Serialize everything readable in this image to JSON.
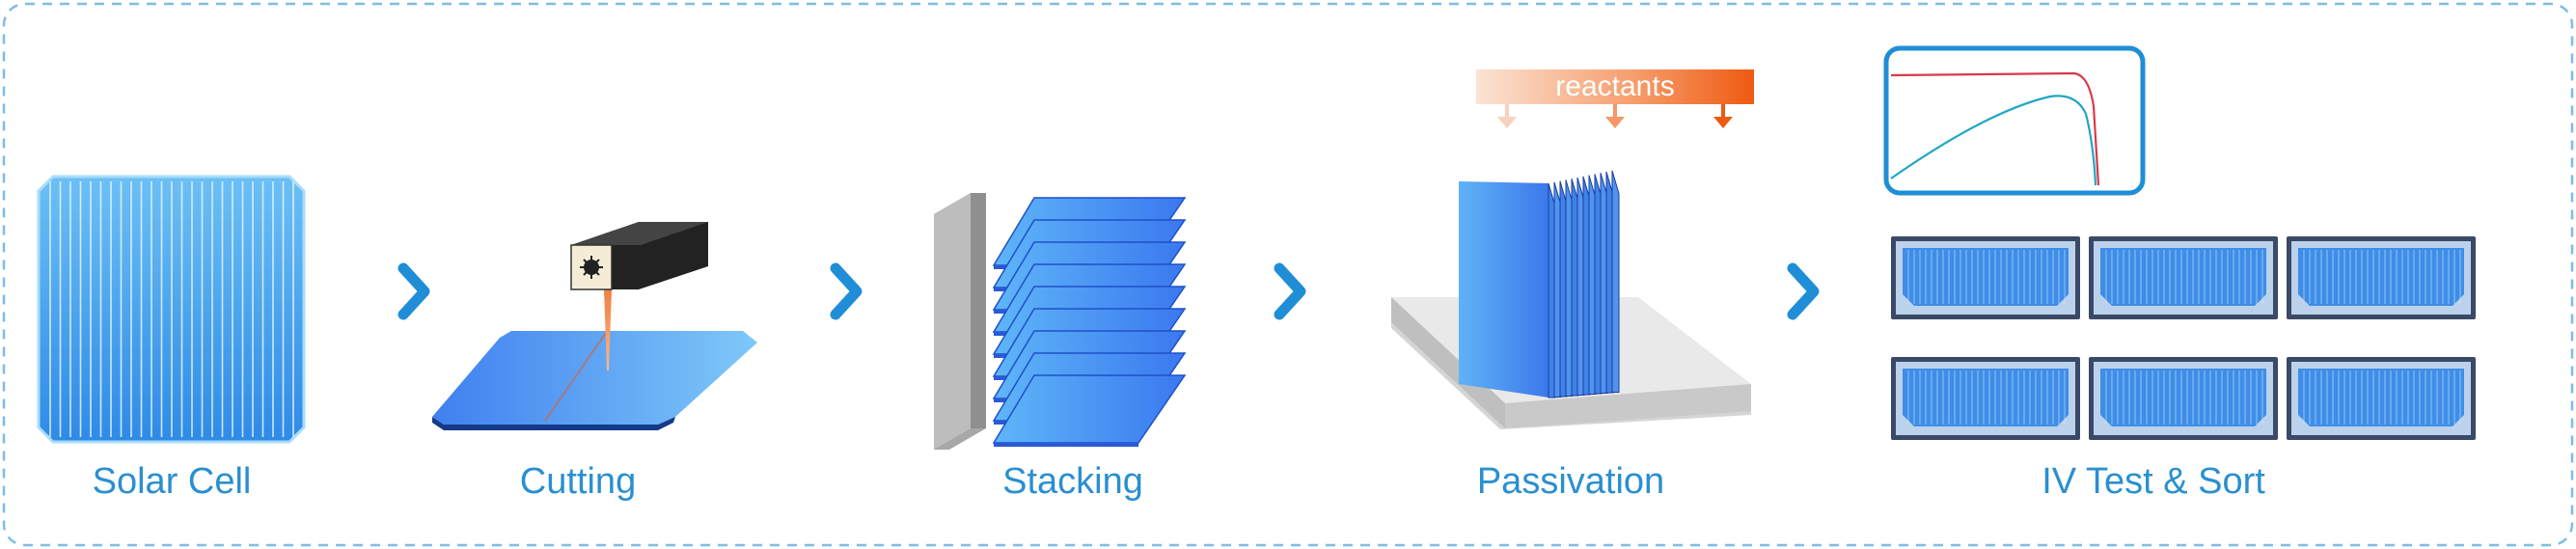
{
  "colors": {
    "label": "#2a8fd0",
    "border": "#7fbde6",
    "chevron": "#1f8ed6",
    "cell_blue": "#4aa6ee",
    "reactant_orange": "#ee5a12"
  },
  "steps": [
    {
      "label": "Solar Cell",
      "icon": "solar-cell-icon"
    },
    {
      "label": "Cutting",
      "icon": "laser-cutter-icon"
    },
    {
      "label": "Stacking",
      "icon": "stacked-cells-icon"
    },
    {
      "label": "Passivation",
      "icon": "passivation-chamber-icon"
    },
    {
      "label": "IV Test & Sort",
      "icon": "iv-test-sort-icon"
    }
  ],
  "passivation": {
    "reactants_label": "reactants"
  },
  "arrows": [
    "chevron-right-icon",
    "chevron-right-icon",
    "chevron-right-icon",
    "chevron-right-icon"
  ]
}
